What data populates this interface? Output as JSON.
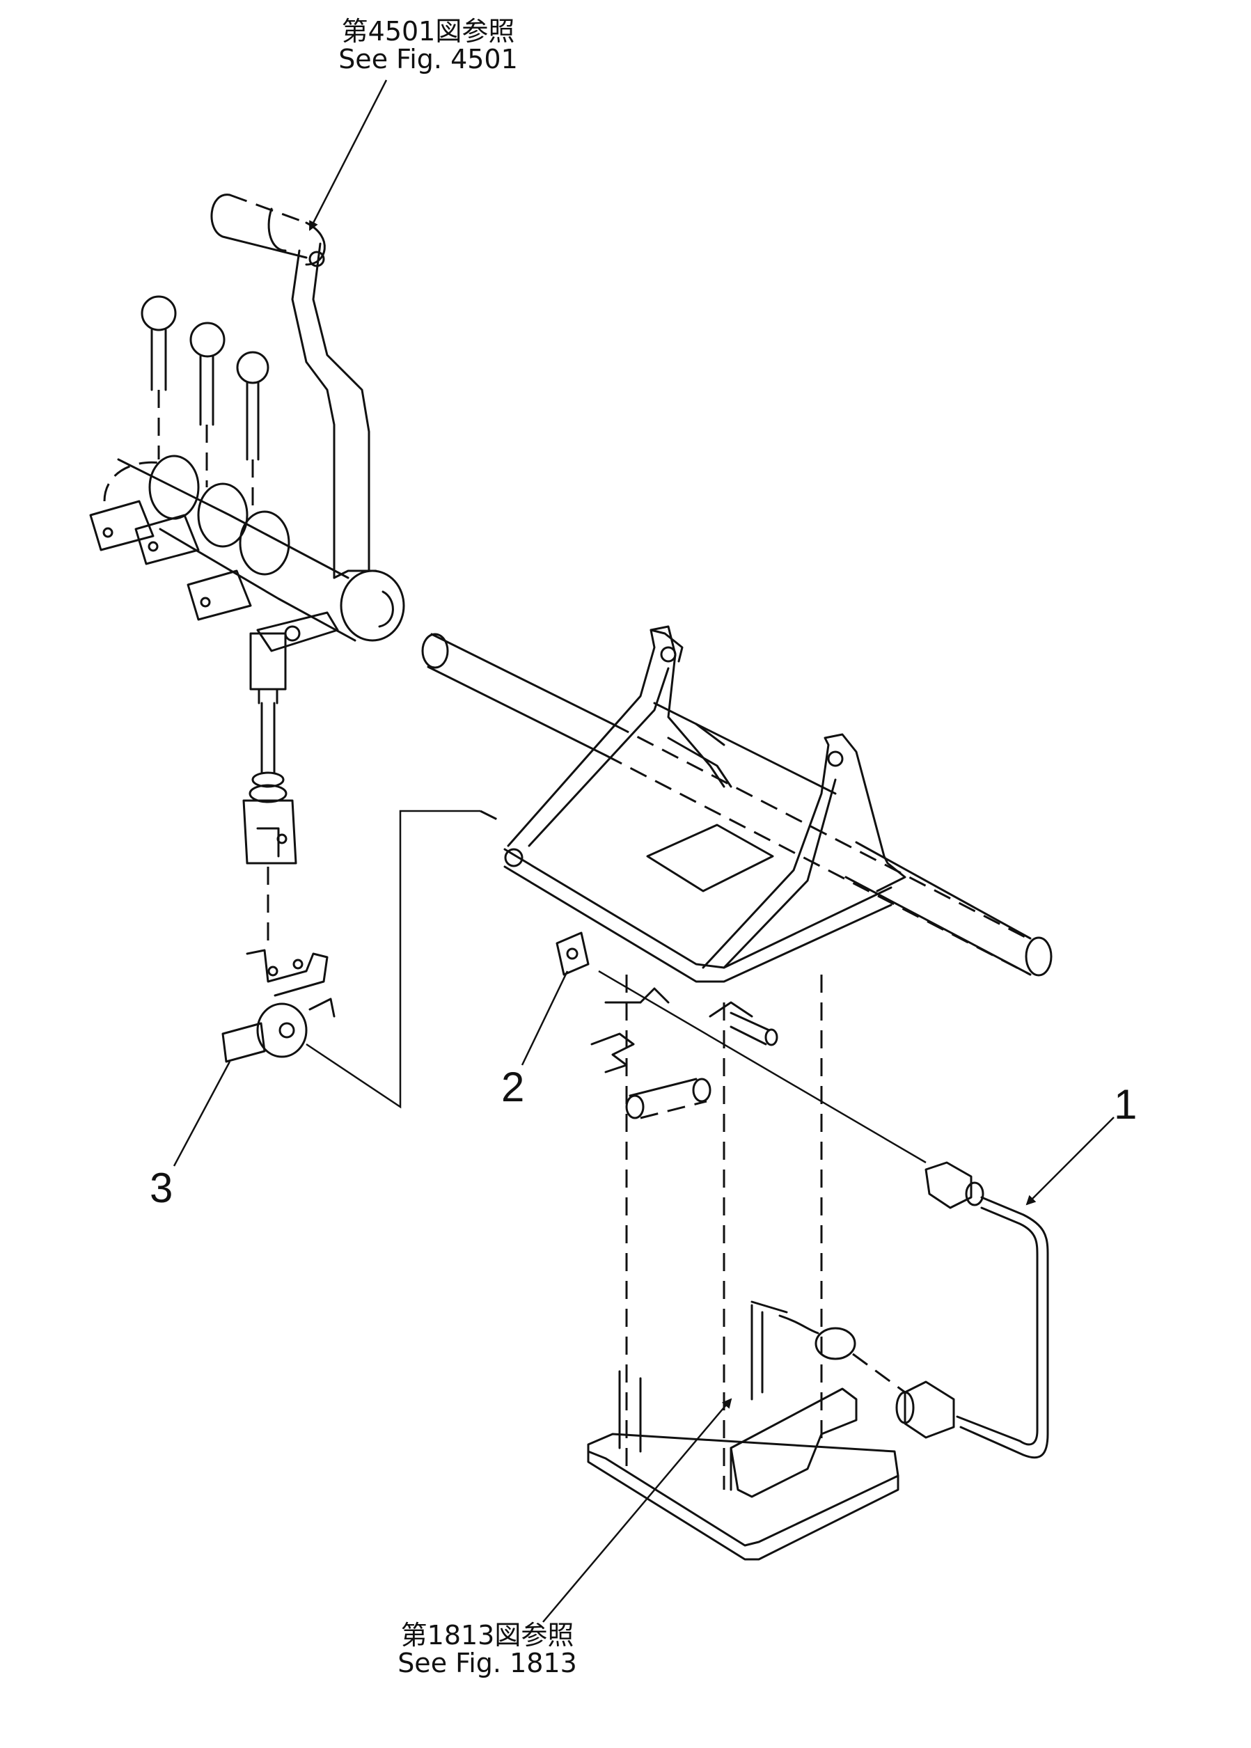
{
  "references": {
    "top": {
      "jp": "第4501図参照",
      "en": "See Fig. 4501"
    },
    "bottom": {
      "jp": "第1813図参照",
      "en": "See Fig. 1813"
    }
  },
  "callouts": [
    "1",
    "2",
    "3"
  ]
}
